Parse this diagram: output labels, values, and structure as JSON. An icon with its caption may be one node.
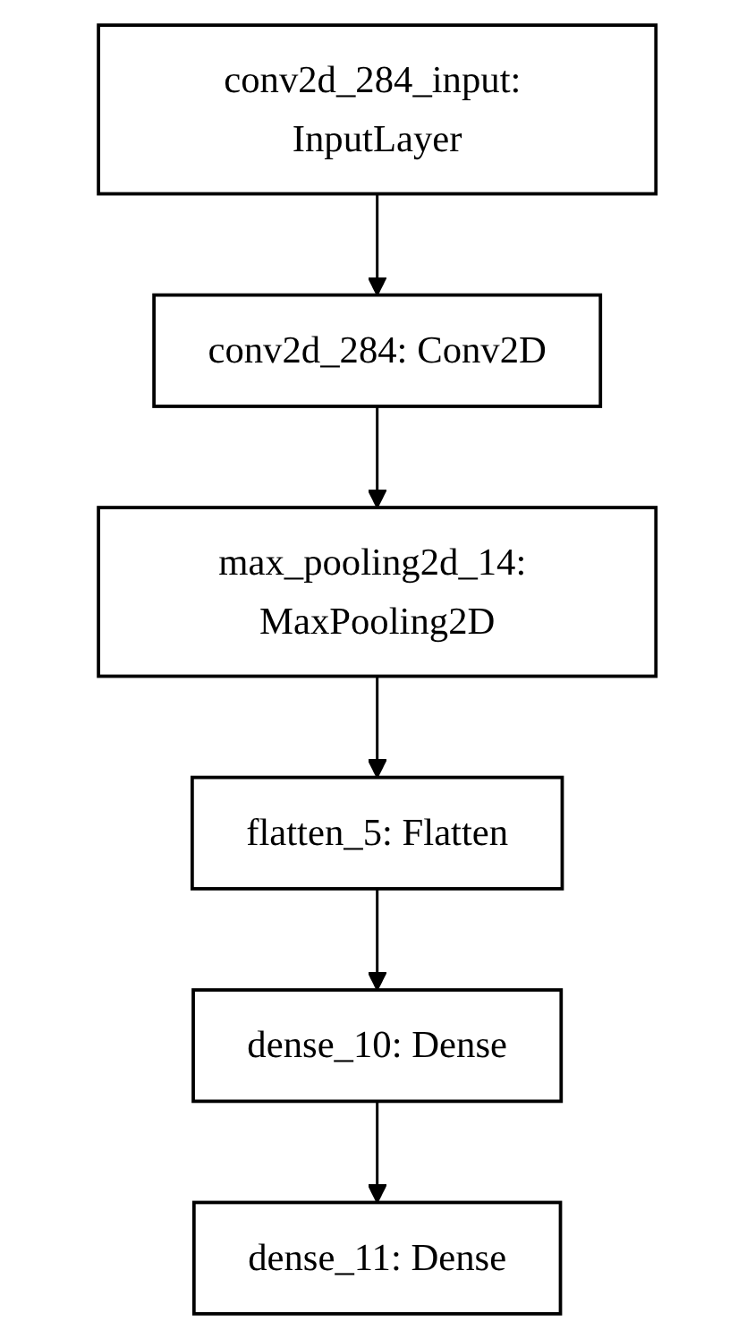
{
  "diagram": {
    "nodes": [
      {
        "text": [
          "conv2d_284_input: InputLayer"
        ]
      },
      {
        "text": [
          "conv2d_284: Conv2D"
        ]
      },
      {
        "text": [
          "max_pooling2d_14: MaxPooling2D"
        ]
      },
      {
        "text": [
          "flatten_5: Flatten"
        ]
      },
      {
        "text": [
          "dense_10: Dense"
        ]
      },
      {
        "text": [
          "dense_11: Dense"
        ]
      }
    ],
    "edges": [
      {
        "from": 0,
        "to": 1,
        "arrow": "to"
      },
      {
        "from": 1,
        "to": 2,
        "arrow": "to"
      },
      {
        "from": 2,
        "to": 3,
        "arrow": "to"
      },
      {
        "from": 3,
        "to": 4,
        "arrow": "to"
      },
      {
        "from": 4,
        "to": 5,
        "arrow": "to"
      }
    ]
  }
}
